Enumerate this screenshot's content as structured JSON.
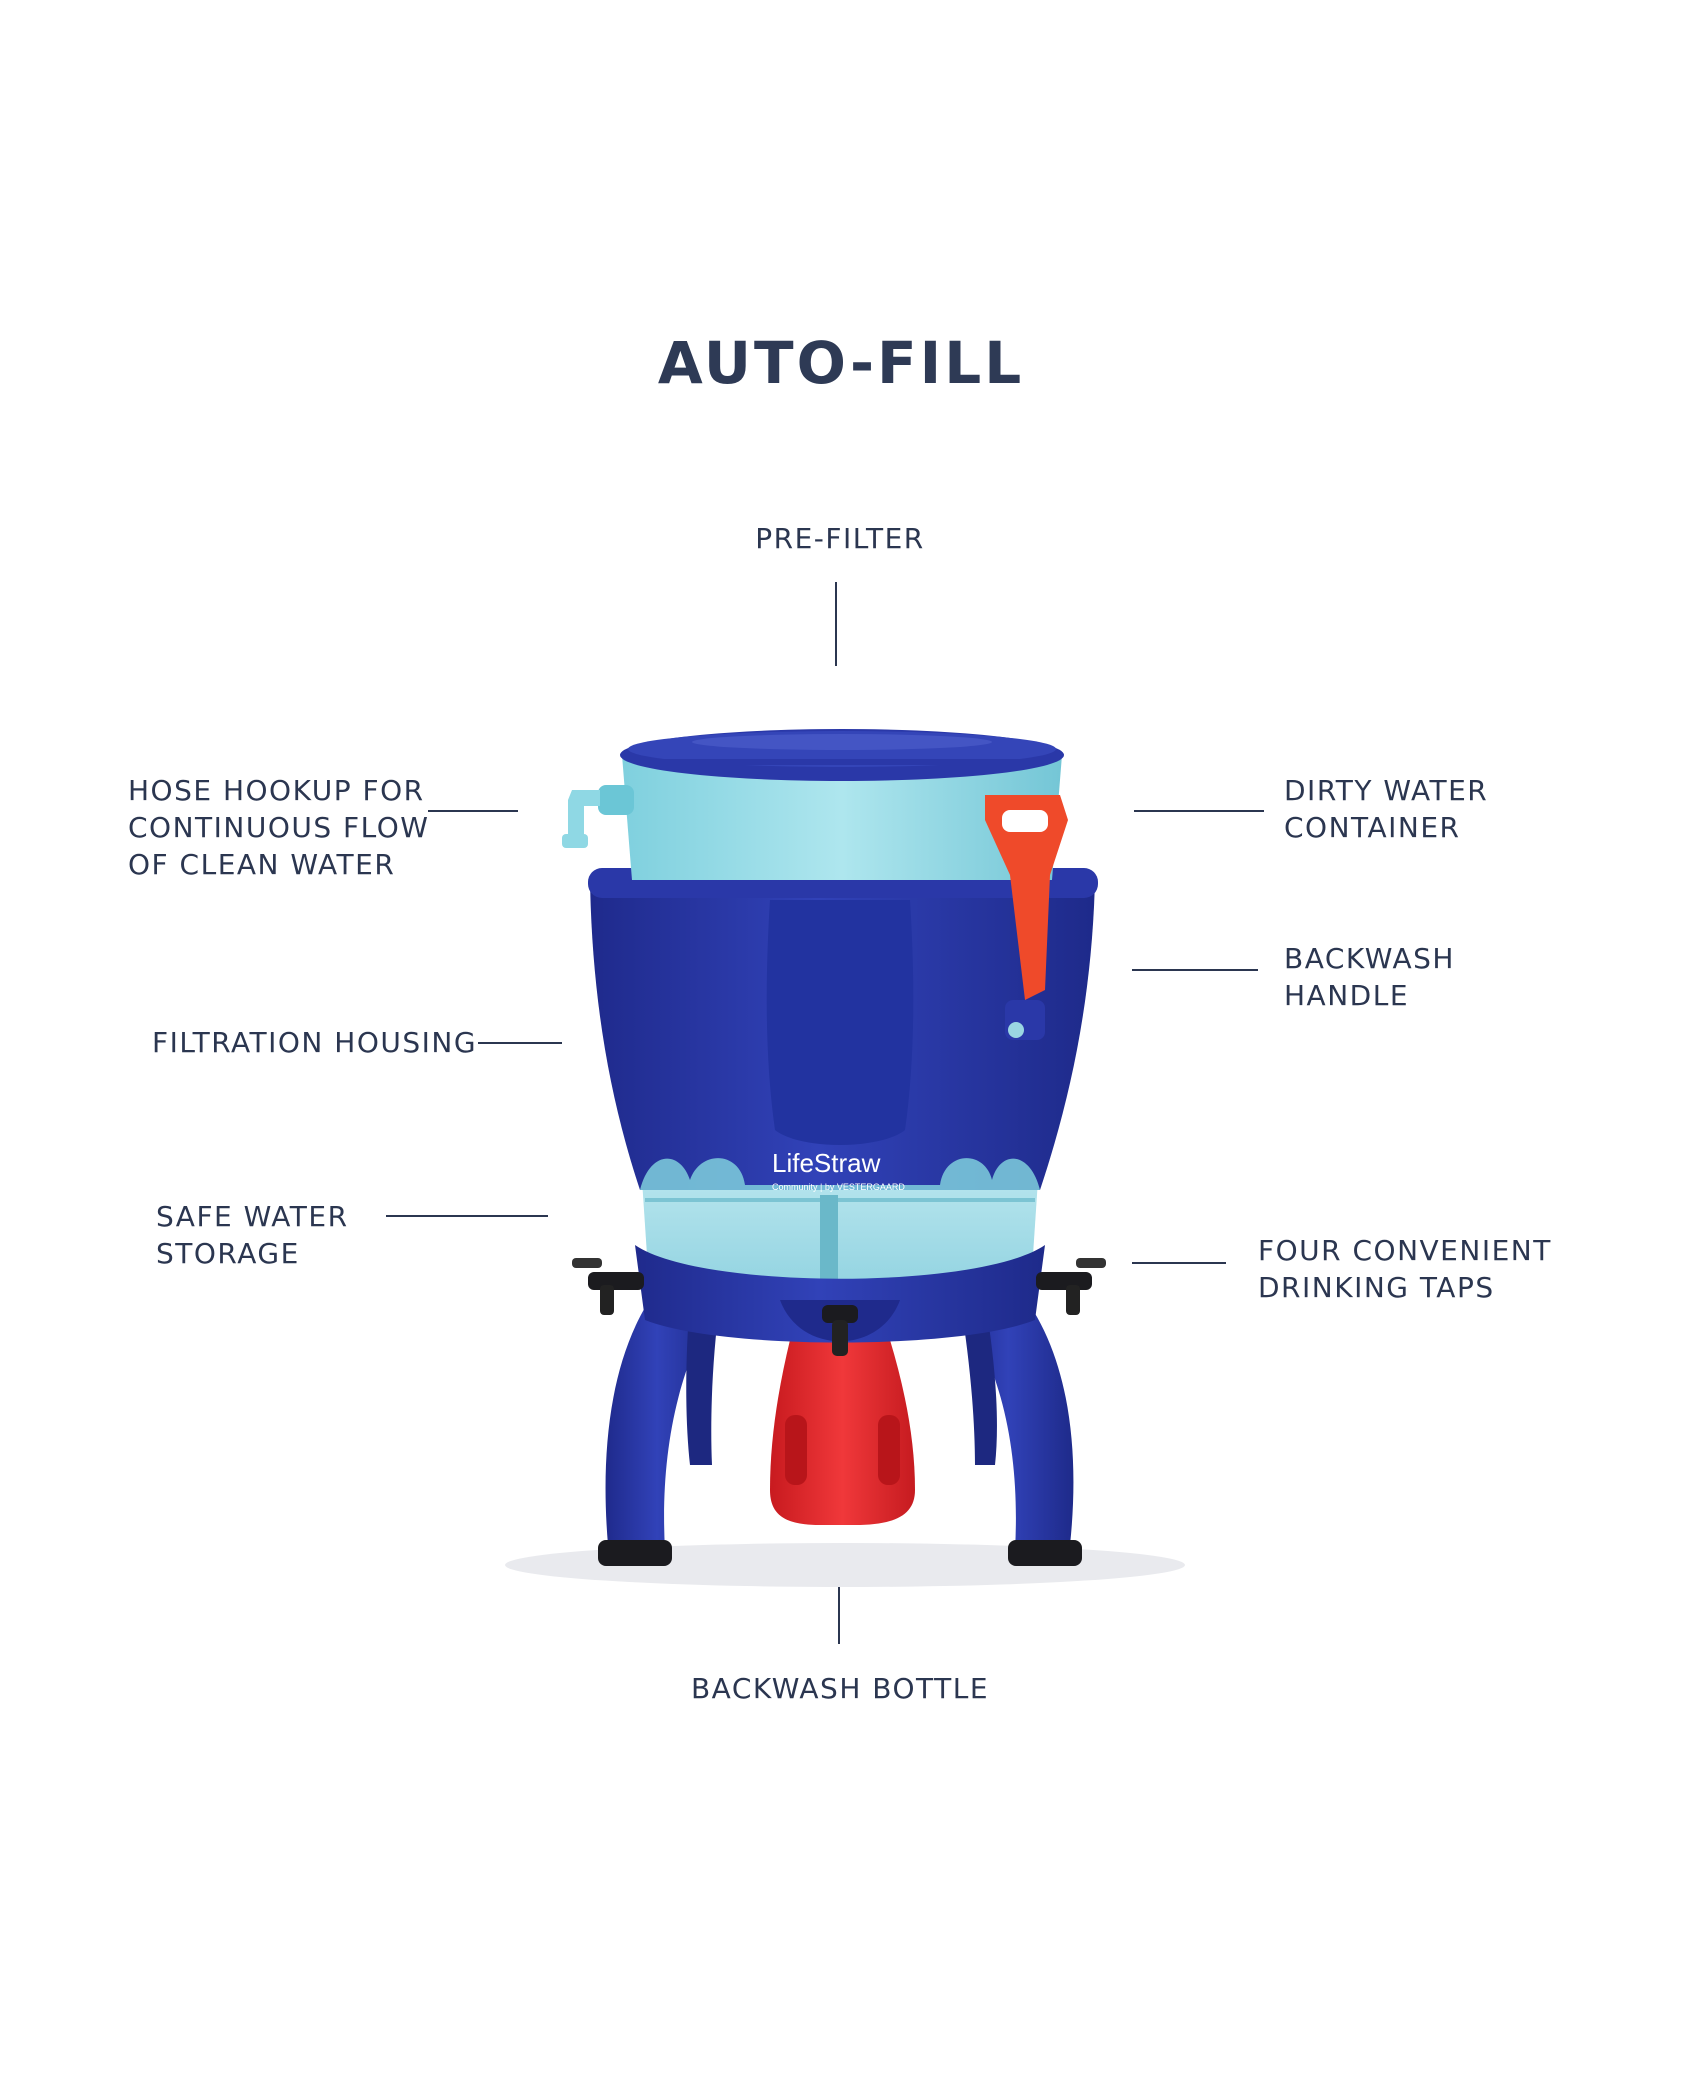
{
  "title": "AUTO-FILL",
  "callouts": {
    "pre_filter": "PRE-FILTER",
    "hose_hookup": [
      "HOSE HOOKUP FOR",
      "CONTINUOUS FLOW",
      "OF CLEAN WATER"
    ],
    "dirty_water": [
      "DIRTY WATER",
      "CONTAINER"
    ],
    "backwash_handle": [
      "BACKWASH",
      "HANDLE"
    ],
    "filtration_housing": "FILTRATION HOUSING",
    "safe_water": [
      "SAFE WATER",
      "STORAGE"
    ],
    "drinking_taps": [
      "FOUR CONVENIENT",
      "DRINKING TAPS"
    ],
    "backwash_bottle": "BACKWASH BOTTLE"
  },
  "product": {
    "brand": "LifeStraw",
    "sub_brand": "Community",
    "maker": "by VESTERGAARD"
  },
  "colors": {
    "navy_body": "#2a37a5",
    "light_blue": "#8fd8e4",
    "orange_handle": "#ef4a2a",
    "red_bottle": "#e8262a",
    "text": "#2b3650"
  }
}
